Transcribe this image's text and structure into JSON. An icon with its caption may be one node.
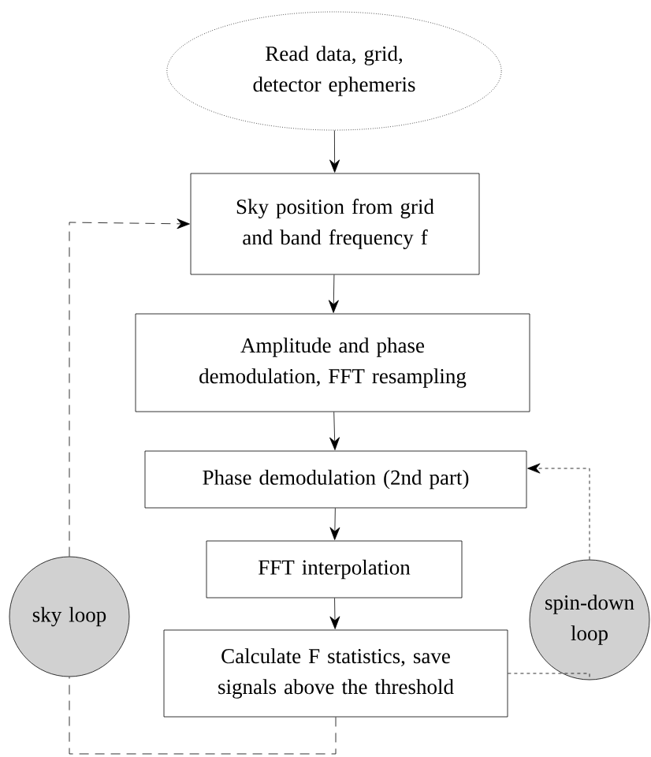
{
  "diagram": {
    "nodes": [
      {
        "text": [
          "Read data, grid, detector ephemeris"
        ]
      },
      {
        "text": [
          "Sky position from grid and band frequency f"
        ]
      },
      {
        "text": [
          "Amplitude and phase demodulation, FFT resampling"
        ]
      },
      {
        "text": [
          "Phase demodulation (2nd part)"
        ]
      },
      {
        "text": [
          "FFT interpolation"
        ]
      },
      {
        "text": [
          "Calculate F statistics, save signals above the threshold"
        ]
      },
      {
        "text": [
          "sky loop"
        ]
      },
      {
        "text": [
          "spin-down loop"
        ]
      }
    ],
    "edges": [
      {
        "from": 0,
        "to": 1,
        "arrow": "to"
      },
      {
        "from": 1,
        "to": 2,
        "arrow": "to"
      },
      {
        "from": 2,
        "to": 3,
        "arrow": "to"
      },
      {
        "from": 3,
        "to": 4,
        "arrow": "to"
      },
      {
        "from": 4,
        "to": 5,
        "arrow": "to"
      },
      {
        "from": 5,
        "to": 6,
        "arrow": "none",
        "style": "dashed"
      },
      {
        "from": 6,
        "to": 1,
        "arrow": "to",
        "style": "dashed"
      },
      {
        "from": 5,
        "to": 7,
        "arrow": "none",
        "style": "dashed"
      },
      {
        "from": 7,
        "to": 3,
        "arrow": "to",
        "style": "dashed"
      }
    ]
  }
}
